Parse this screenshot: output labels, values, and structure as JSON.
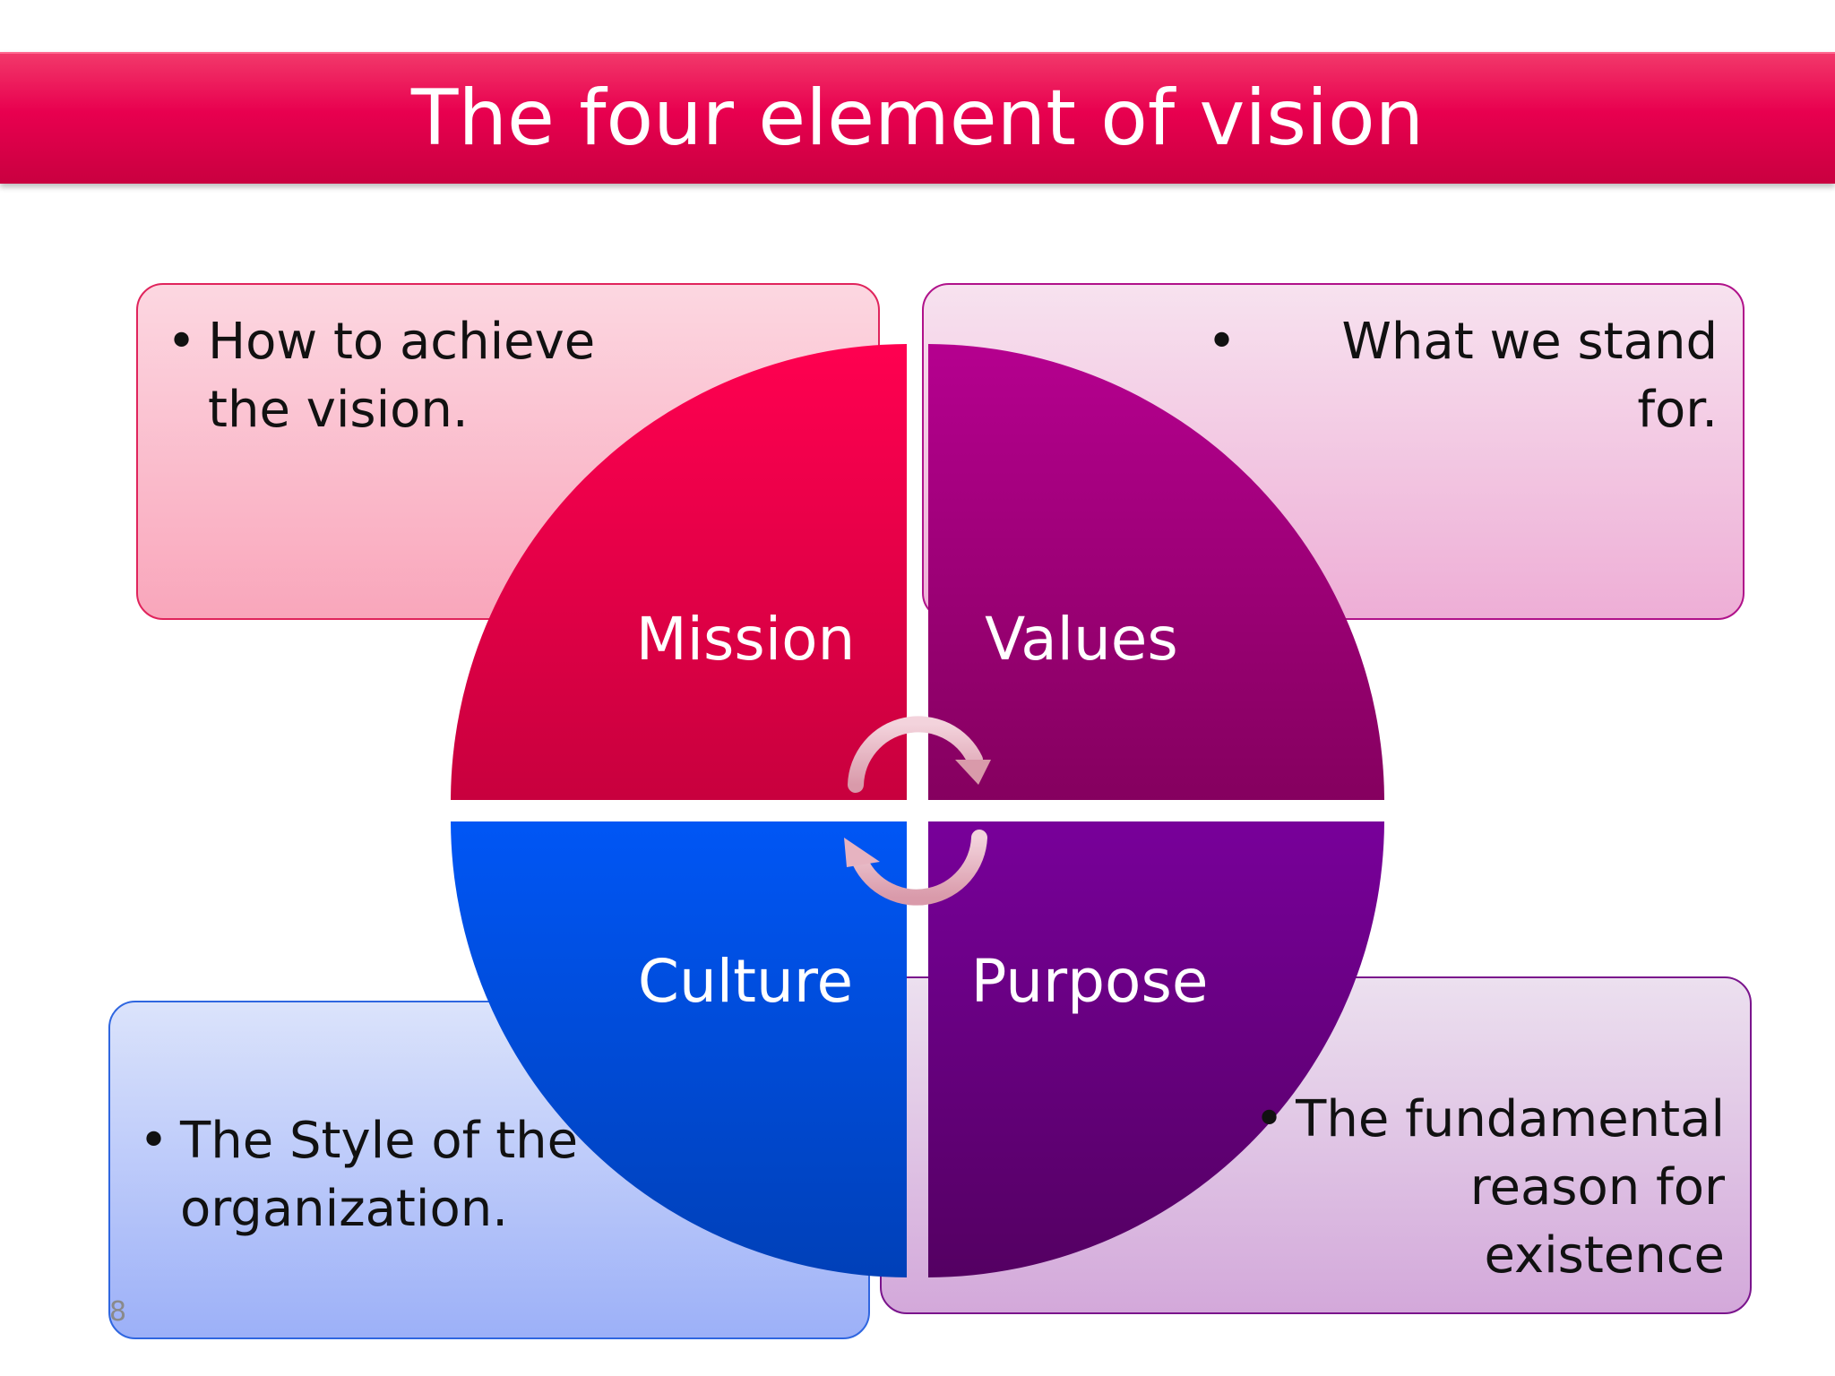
{
  "slide": {
    "title": "The four element of vision",
    "slide_number": "8"
  },
  "quadrants": {
    "mission": {
      "label": "Mission",
      "description": "How to achieve the vision.",
      "color": "#e4004d"
    },
    "values": {
      "label": "Values",
      "description": "What we stand for.",
      "color": "#a10080"
    },
    "culture": {
      "label": "Culture",
      "description": "The Style of the organization.",
      "color": "#0a52e6"
    },
    "purpose": {
      "label": "Purpose",
      "description": "The fundamental reason for existence",
      "color": "#6a0088"
    }
  },
  "icons": {
    "cycle": "circular-arrows-icon",
    "bullet": "•"
  }
}
